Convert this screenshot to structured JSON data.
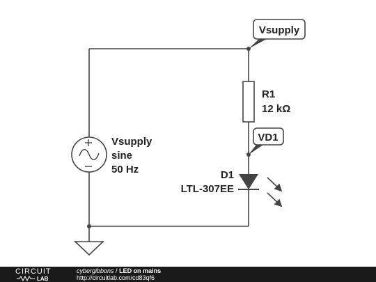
{
  "schematic": {
    "supply_node_label": "Vsupply",
    "source": {
      "name": "Vsupply",
      "type": "sine",
      "frequency": "50 Hz"
    },
    "resistor": {
      "ref": "R1",
      "value": "12 kΩ"
    },
    "diode_node_label": "VD1",
    "led": {
      "ref": "D1",
      "part": "LTL-307EE"
    }
  },
  "footer": {
    "brand_top": "CIRCUIT",
    "brand_bottom": "LAB",
    "author": "cybergibbons",
    "separator": " / ",
    "title": "LED on mains",
    "url": "http://circuitlab.com/cd83qf6"
  },
  "colors": {
    "wire": "#444444",
    "footer_bg": "#1a1a1a",
    "text": "#222222"
  }
}
